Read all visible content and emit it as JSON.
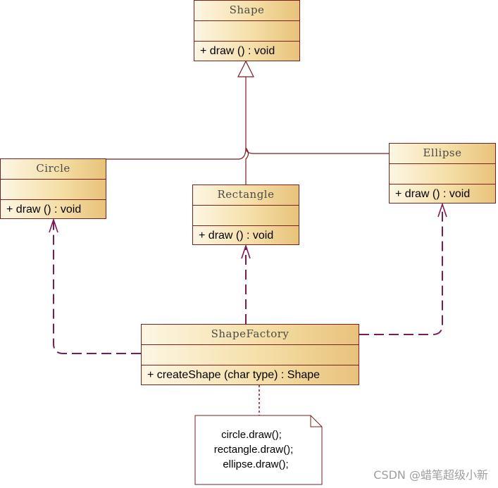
{
  "diagram": {
    "classes": [
      {
        "id": "shape",
        "name": "Shape",
        "operation": "+   draw ()   : void"
      },
      {
        "id": "circle",
        "name": "Circle",
        "operation": "+   draw ()   : void"
      },
      {
        "id": "rectangle",
        "name": "Rectangle",
        "operation": "+   draw ()   : void"
      },
      {
        "id": "ellipse",
        "name": "Ellipse",
        "operation": "+   draw ()   : void"
      },
      {
        "id": "shapefactory",
        "name": "ShapeFactory",
        "operation": "+   createShape (char type)   : Shape"
      }
    ],
    "note": {
      "lines": [
        "circle.draw();",
        "rectangle.draw();",
        "ellipse.draw();"
      ]
    },
    "relations": [
      {
        "type": "generalization",
        "from": "Circle",
        "to": "Shape"
      },
      {
        "type": "generalization",
        "from": "Rectangle",
        "to": "Shape"
      },
      {
        "type": "generalization",
        "from": "Ellipse",
        "to": "Shape"
      },
      {
        "type": "dependency",
        "from": "ShapeFactory",
        "to": "Circle"
      },
      {
        "type": "dependency",
        "from": "ShapeFactory",
        "to": "Rectangle"
      },
      {
        "type": "dependency",
        "from": "ShapeFactory",
        "to": "Ellipse"
      }
    ],
    "colors": {
      "line": "#7a1f1f",
      "dash": "#7b1a55",
      "box_border": "#7a1f1f",
      "gradient_light": "#fdf6e3",
      "gradient_dark": "#e8c27a"
    }
  },
  "watermark": "CSDN @蜡笔超级小新"
}
